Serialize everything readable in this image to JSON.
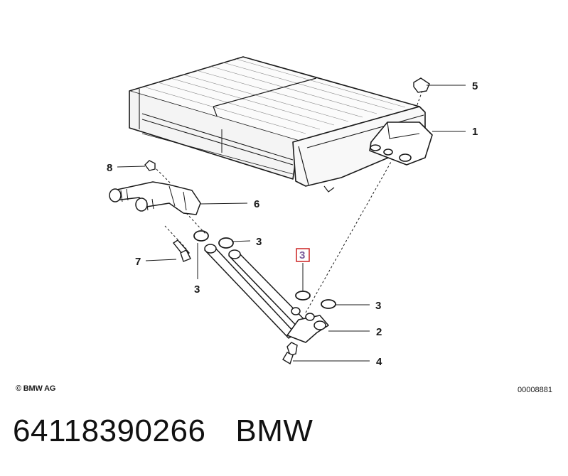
{
  "callouts": [
    {
      "id": "c1",
      "label": "1"
    },
    {
      "id": "c2",
      "label": "2"
    },
    {
      "id": "c3a",
      "label": "3"
    },
    {
      "id": "c3b",
      "label": "3"
    },
    {
      "id": "c3c",
      "label": "3"
    },
    {
      "id": "c3d",
      "label": "3",
      "highlighted": true
    },
    {
      "id": "c4",
      "label": "4"
    },
    {
      "id": "c5",
      "label": "5"
    },
    {
      "id": "c6",
      "label": "6"
    },
    {
      "id": "c7",
      "label": "7"
    },
    {
      "id": "c8",
      "label": "8"
    }
  ],
  "copyright": "© BMW AG",
  "diagram_id": "00008881",
  "footer": {
    "part_number": "64118390266",
    "brand": "BMW"
  },
  "colors": {
    "highlight_box": "#cc2222",
    "highlight_text": "#7a5a9a",
    "line": "#1a1a1a"
  }
}
